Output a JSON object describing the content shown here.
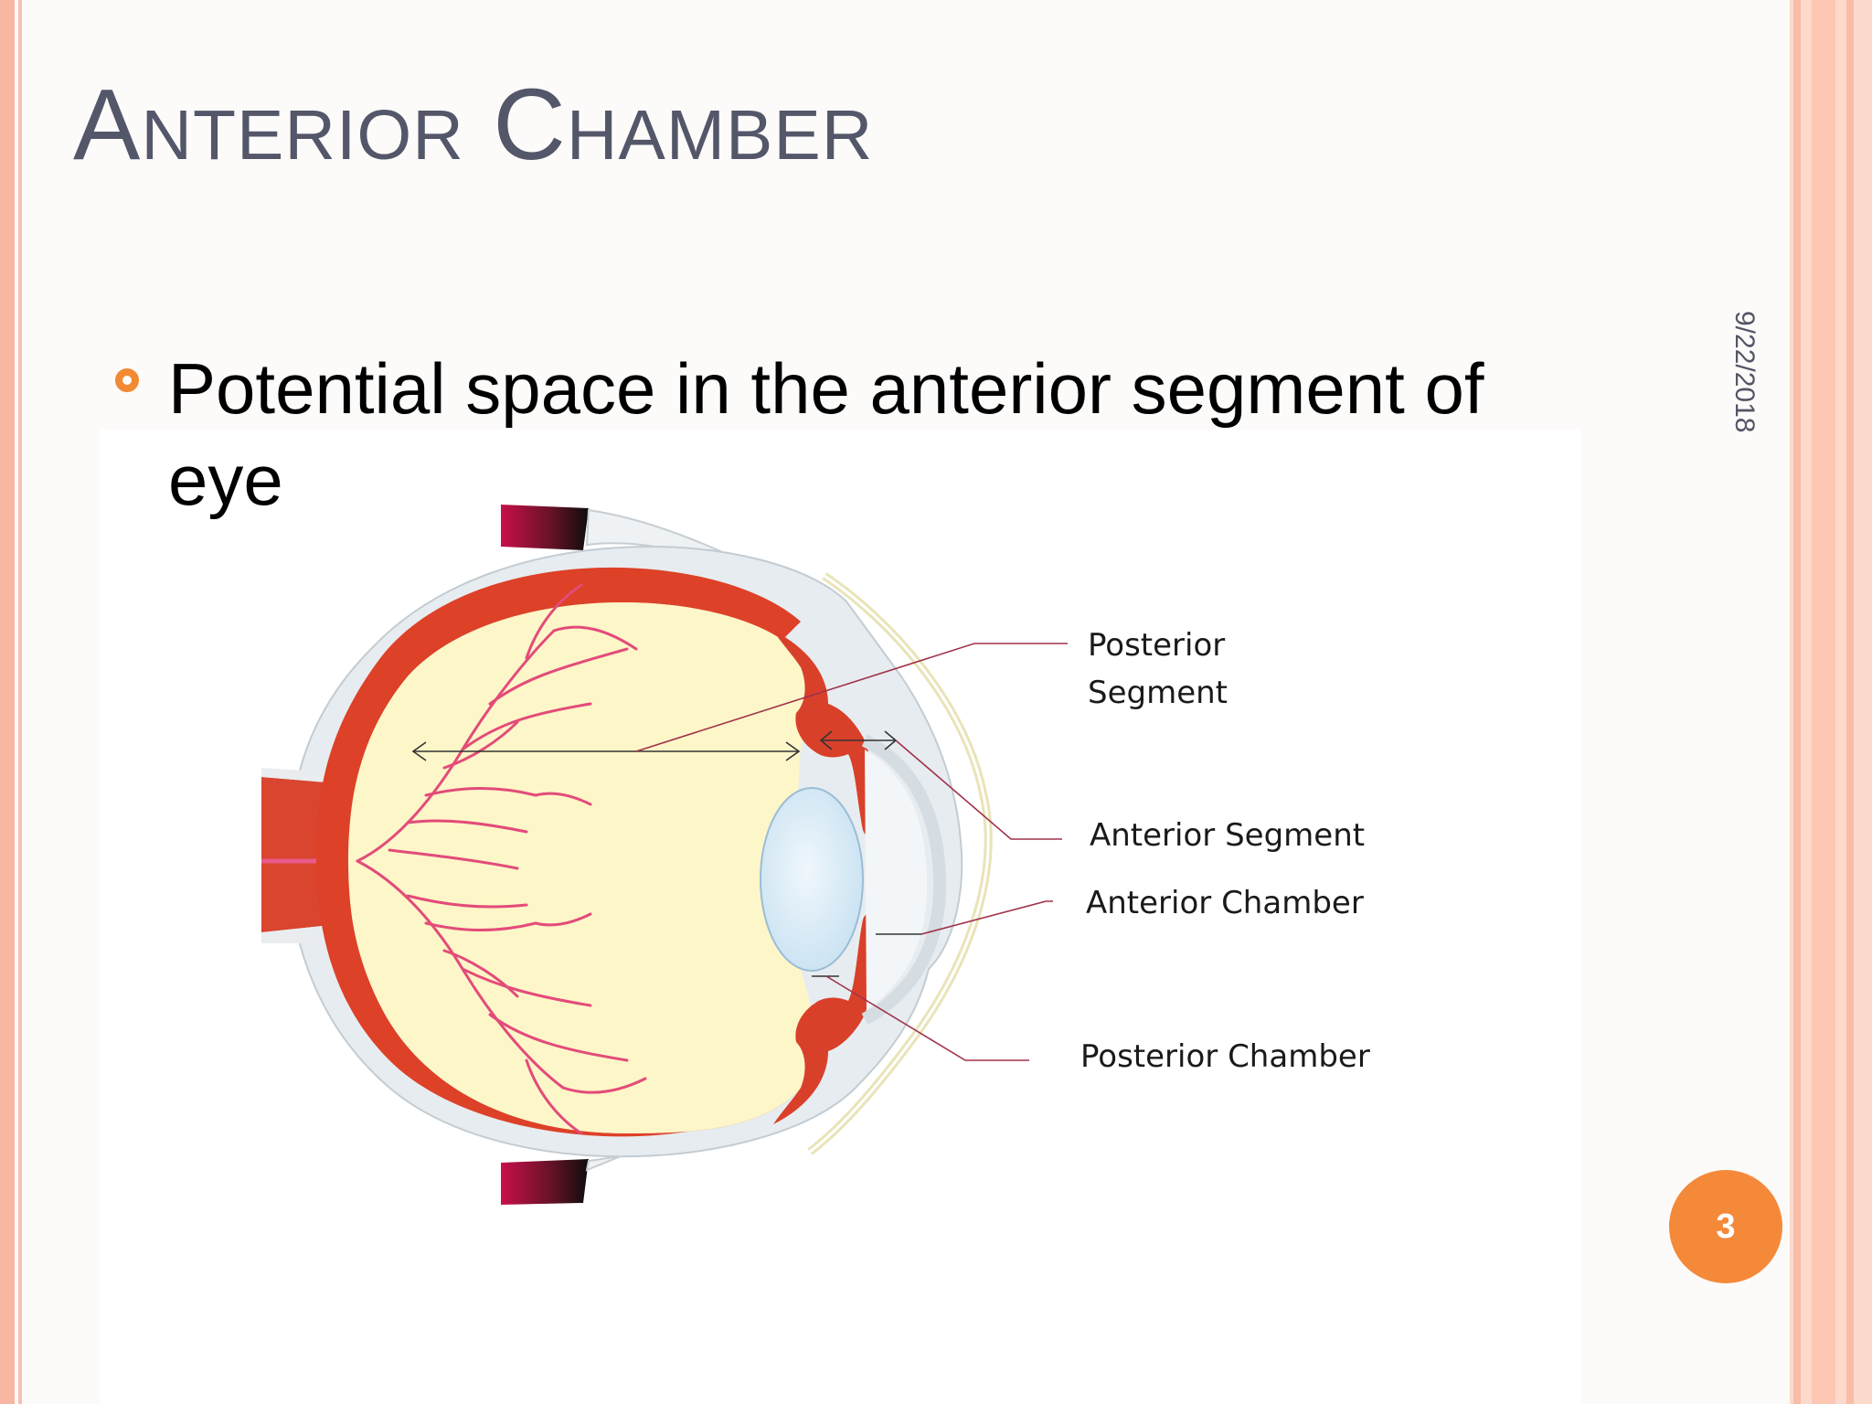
{
  "slide": {
    "title": "Anterior Chamber",
    "date": "9/22/2018",
    "page_number": "3",
    "bullets": [
      {
        "text": "Potential space in the anterior segment of eye"
      }
    ]
  },
  "diagram": {
    "labels": {
      "posterior_segment": "Posterior Segment",
      "anterior_segment": "Anterior Segment",
      "anterior_chamber": "Anterior Chamber",
      "posterior_chamber": "Posterior Chamber"
    }
  },
  "colors": {
    "title": "#535769",
    "accent": "#f5893a",
    "border": "#f7b7a3",
    "choroid": "#e0432a",
    "vitreous": "#fdf7c9",
    "lens": "#dcecf7",
    "vessel": "#e34b7a"
  }
}
